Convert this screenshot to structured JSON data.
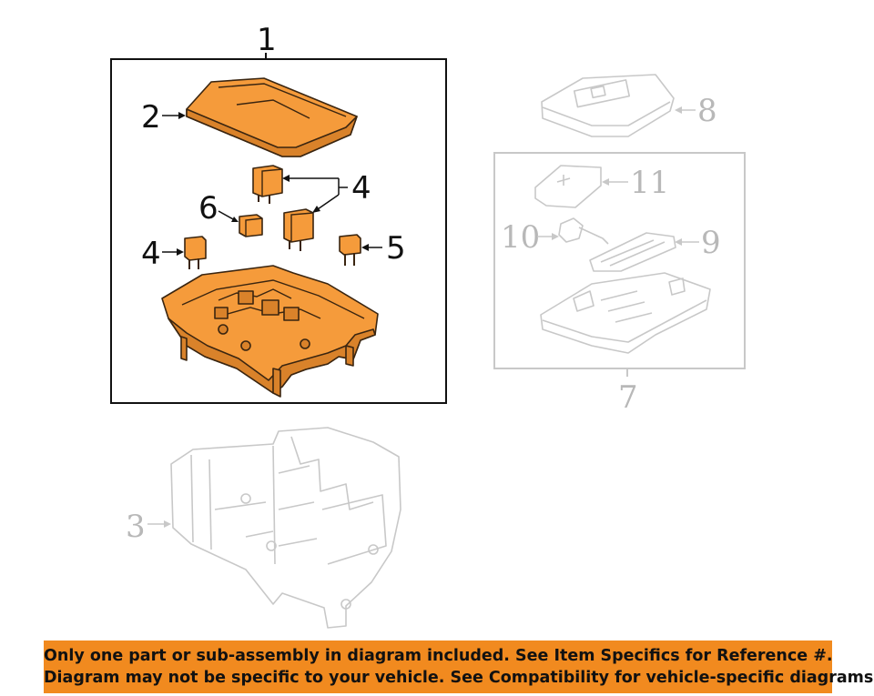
{
  "callouts": {
    "c1": "1",
    "c2": "2",
    "c3": "3",
    "c4a": "4",
    "c4b": "4",
    "c5": "5",
    "c6": "6",
    "c7": "7",
    "c8": "8",
    "c9": "9",
    "c10": "10",
    "c11": "11"
  },
  "notice": {
    "line1": "Only one part or sub-assembly in diagram included. See Item Specifics for Reference #.",
    "line2": "Diagram may not be specific to your vehicle. See Compatibility for vehicle-specific diagrams."
  },
  "colors": {
    "highlight_part": "#f59b3b",
    "notice_background": "#f18a1f",
    "ghost_part_outline": "#c8c8c8"
  }
}
